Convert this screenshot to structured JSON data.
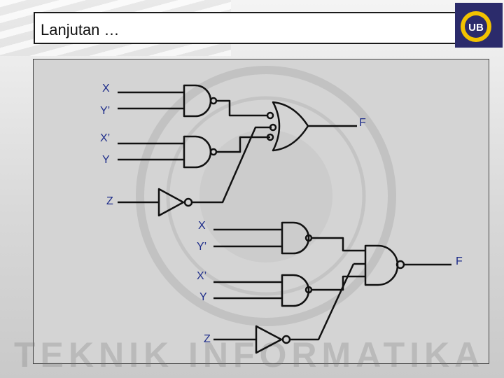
{
  "slide": {
    "title": "Lanjutan …",
    "watermark": "TEKNIK INFORMATIKA",
    "logo_text": "UB"
  },
  "circuit_top": {
    "inputs": [
      "X",
      "Y’",
      "X’",
      "Y",
      "Z"
    ],
    "output": "F"
  },
  "circuit_bottom": {
    "inputs": [
      "X",
      "Y’",
      "X’",
      "Y",
      "Z"
    ],
    "output": "F"
  },
  "colors": {
    "label": "#1e2d8a",
    "wire": "#111111"
  }
}
